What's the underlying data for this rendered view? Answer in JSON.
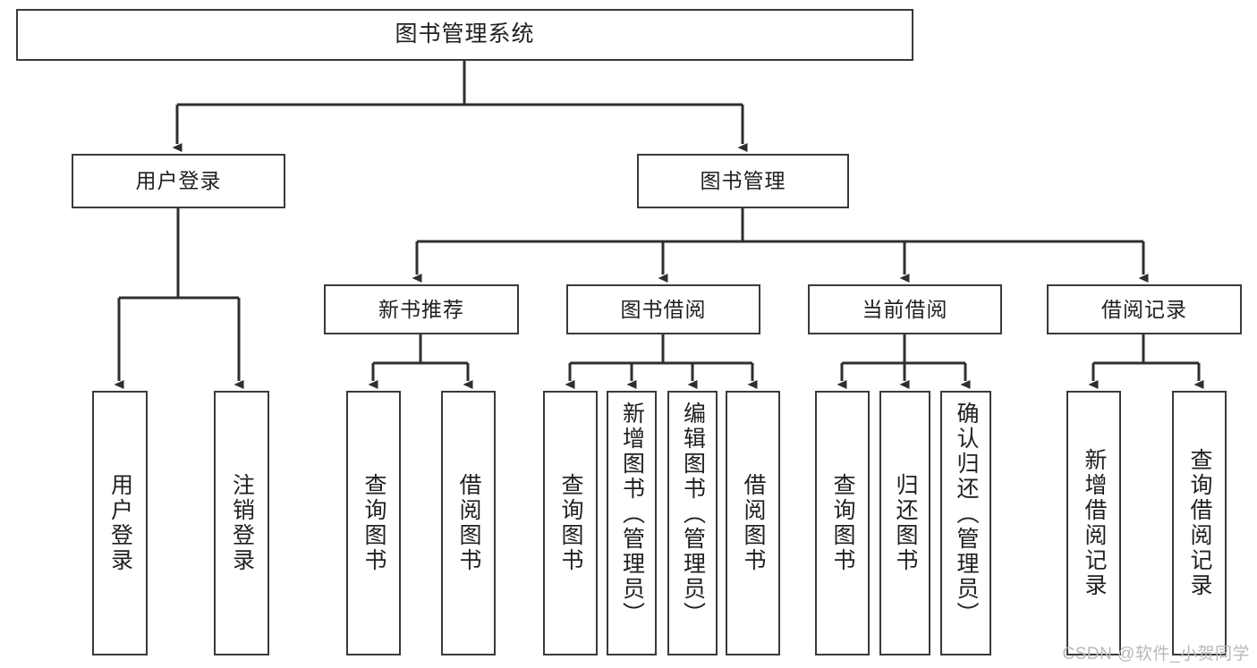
{
  "diagram": {
    "type": "tree",
    "title": "图书管理系统",
    "root": {
      "label": "图书管理系统"
    },
    "level2": [
      {
        "label": "用户登录"
      },
      {
        "label": "图书管理"
      }
    ],
    "level3": [
      {
        "label": "新书推荐"
      },
      {
        "label": "图书借阅"
      },
      {
        "label": "当前借阅"
      },
      {
        "label": "借阅记录"
      }
    ],
    "leaves": {
      "user_login": [
        {
          "label": "用户登录"
        },
        {
          "label": "注销登录"
        }
      ],
      "new_book_recommend": [
        {
          "label": "查询图书"
        },
        {
          "label": "借阅图书"
        }
      ],
      "book_borrow": [
        {
          "label": "查询图书"
        },
        {
          "label": "新增图书（管理员）"
        },
        {
          "label": "编辑图书（管理员）"
        },
        {
          "label": "借阅图书"
        }
      ],
      "current_borrow": [
        {
          "label": "查询图书"
        },
        {
          "label": "归还图书"
        },
        {
          "label": "确认归还（管理员）"
        }
      ],
      "borrow_record": [
        {
          "label": "新增借阅记录"
        },
        {
          "label": "查询借阅记录"
        }
      ]
    }
  },
  "watermark": {
    "text": "CSDN @软件_小贺同学"
  },
  "colors": {
    "border": "#3a3a3a",
    "background": "#ffffff",
    "text": "#1f1f1f",
    "watermark": "#b9b9b9"
  }
}
